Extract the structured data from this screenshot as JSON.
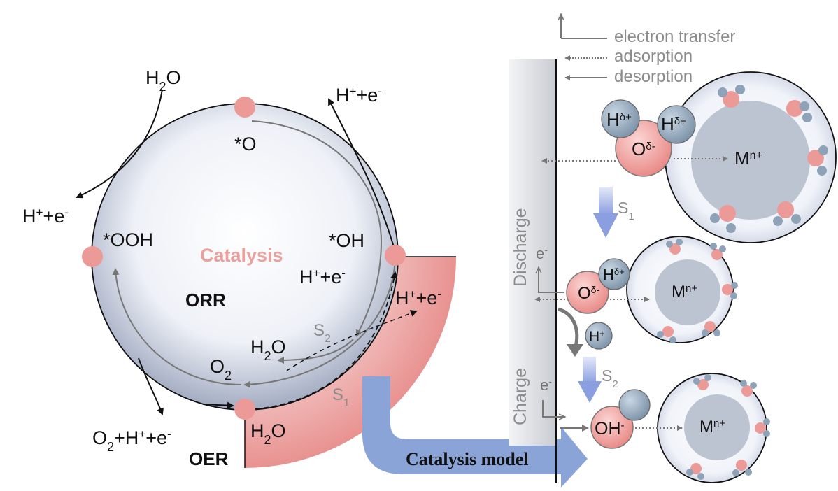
{
  "legend": {
    "electron_transfer": "electron transfer",
    "adsorption": "adsorption",
    "desorption": "desorption"
  },
  "cycle": {
    "h2o_top": "H2O",
    "hplus_top_right": "H+ +e-",
    "star_o": "*O",
    "hplus_left": "H+ +e-",
    "star_ooh": "*OOH",
    "catalysis": "Catalysis",
    "star_oh": "*OH",
    "hplus_mid": "H+ +e-",
    "hplus_right": "H+ +e-",
    "orr": "ORR",
    "s2": "S2",
    "h2o_mid": "H2O",
    "o2": "O2",
    "s1": "S1",
    "o2_products": "O2+H+ +e-",
    "h2o_bottom": "H2O",
    "oer": "OER"
  },
  "arrow_label": "Catalysis model",
  "electrode": {
    "discharge": "Discharge",
    "charge": "Charge",
    "e_minus_1": "e-",
    "e_minus_2": "e-"
  },
  "particles": {
    "top": {
      "h1": "Hδ+",
      "h2": "Hδ+",
      "o": "Oδ-",
      "m": "Mn+"
    },
    "s1": "S1",
    "middle": {
      "h": "Hδ+",
      "o": "Oδ-",
      "m": "Mn+",
      "hplus": "H+"
    },
    "s2": "S2",
    "bottom": {
      "oh": "OH-",
      "m": "Mn+"
    }
  },
  "colors": {
    "pink": "#ec9a98",
    "slate": "#8ea3b7",
    "blue_arrow": "#8aa4d8"
  }
}
